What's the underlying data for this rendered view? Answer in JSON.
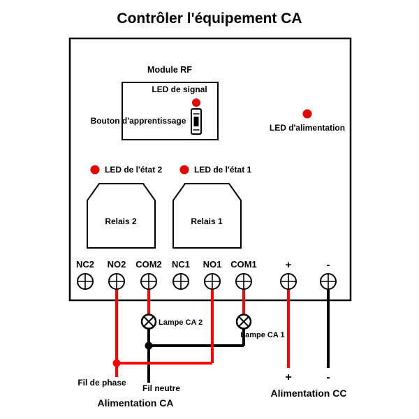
{
  "title": "Contrôler l'équipement CA",
  "module": {
    "name": "Module RF",
    "signal_led": "LED de signal",
    "learn_button": "Bouton d'apprentissage",
    "power_led": "LED d'alimentation",
    "status_led_2": "LED de l'état 2",
    "status_led_1": "LED de l'état 1",
    "relay_2": "Relais 2",
    "relay_1": "Relais 1",
    "terminals": [
      "NC2",
      "NO2",
      "COM2",
      "NC1",
      "NO1",
      "COM1",
      "+",
      "-"
    ]
  },
  "wiring": {
    "lamp_2": "Lampe CA 2",
    "lamp_1": "Lampe CA 1",
    "phase_wire": "Fil de phase",
    "neutral_wire": "Fil neutre",
    "ac_supply": "Alimentation CA",
    "dc_plus": "+",
    "dc_minus": "-",
    "dc_supply": "Alimentation CC"
  },
  "colors": {
    "live_wire": "#ff0000",
    "neutral_wire": "#000000",
    "led": "#e10600"
  }
}
